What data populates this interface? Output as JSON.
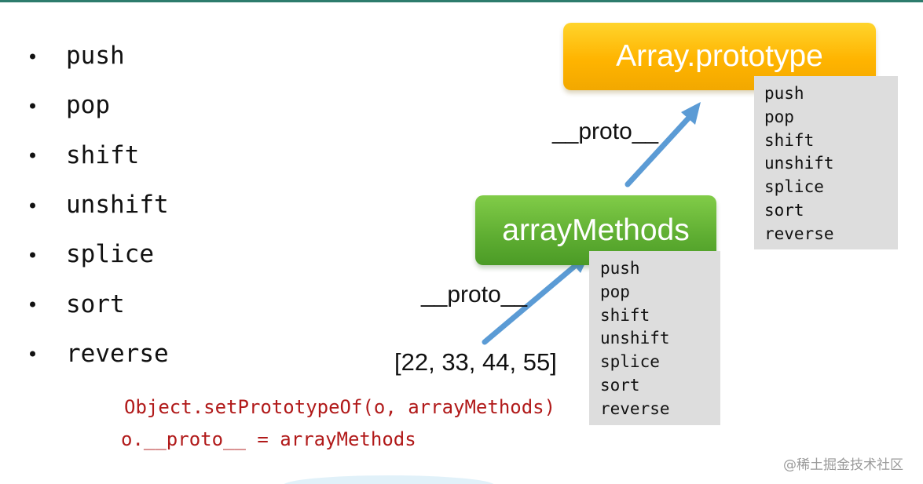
{
  "methods_list": [
    "push",
    "pop",
    "shift",
    "unshift",
    "splice",
    "sort",
    "reverse"
  ],
  "diagram": {
    "array_prototype": {
      "label": "Array.prototype",
      "methods": [
        "push",
        "pop",
        "shift",
        "unshift",
        "splice",
        "sort",
        "reverse"
      ]
    },
    "array_methods": {
      "label": "arrayMethods",
      "methods": [
        "push",
        "pop",
        "shift",
        "unshift",
        "splice",
        "sort",
        "reverse"
      ]
    },
    "proto_label_upper": "__proto__",
    "proto_label_lower": "__proto__",
    "array_literal": "[22, 33, 44, 55]"
  },
  "code": {
    "line1": "Object.setPrototypeOf(o, arrayMethods)",
    "line2": "o.__proto__ = arrayMethods"
  },
  "watermark": "@稀土掘金技术社区",
  "colors": {
    "prototype_box": "#FFB400",
    "methods_box": "#5FAE32",
    "arrow": "#5B9BD5",
    "code_text": "#B11A1A",
    "panel_background": "#DDDDDD"
  }
}
